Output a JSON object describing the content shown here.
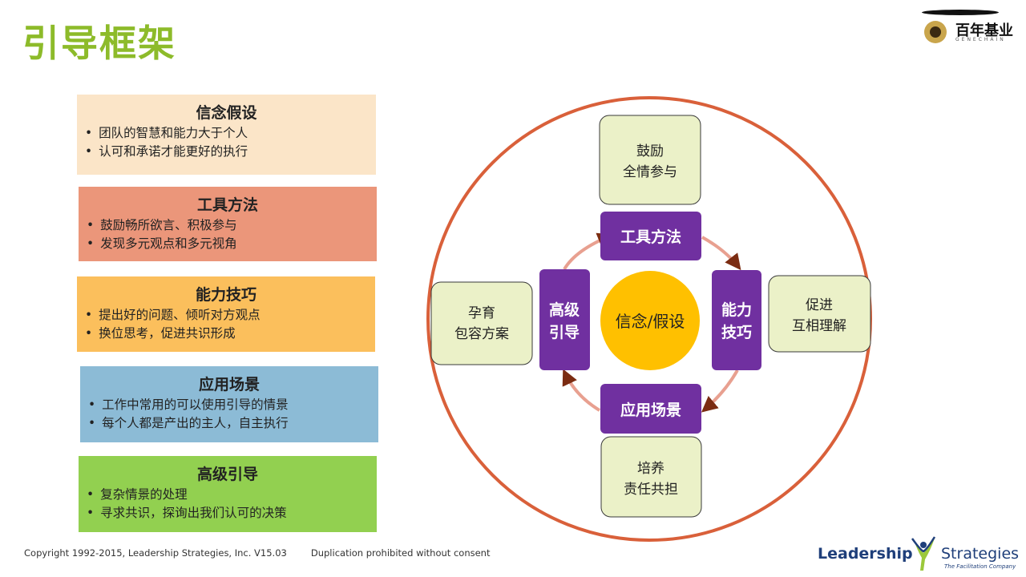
{
  "title": "引导框架",
  "logo": {
    "cn": "百年基业",
    "en": "GENECHAIN"
  },
  "cards": [
    {
      "title": "信念假设",
      "bullets": [
        "团队的智慧和能力大于个人",
        "认可和承诺才能更好的执行"
      ],
      "color": "#fbe5c8"
    },
    {
      "title": "工具方法",
      "bullets": [
        "鼓励畅所欲言、积极参与",
        "发现多元观点和多元视角"
      ],
      "color": "#eb967a"
    },
    {
      "title": "能力技巧",
      "bullets": [
        "提出好的问题、倾听对方观点",
        "换位思考，促进共识形成"
      ],
      "color": "#fbbf5c"
    },
    {
      "title": "应用场景",
      "bullets": [
        "工作中常用的可以使用引导的情景",
        "每个人都是产出的主人，自主执行"
      ],
      "color": "#8cbbd6"
    },
    {
      "title": "高级引导",
      "bullets": [
        "复杂情景的处理",
        "寻求共识，探询出我们认可的决策"
      ],
      "color": "#92d050"
    }
  ],
  "diagram": {
    "center": "信念/假设",
    "top": "工具方法",
    "right": [
      "能力",
      "技巧"
    ],
    "bottom": "应用场景",
    "left": [
      "高级",
      "引导"
    ],
    "outer_top": [
      "鼓励",
      "全情参与"
    ],
    "outer_right": [
      "促进",
      "互相理解"
    ],
    "outer_bottom": [
      "培养",
      "责任共担"
    ],
    "outer_left": [
      "孕育",
      "包容方案"
    ],
    "colors": {
      "purple": "#7030a0",
      "center": "#ffc000",
      "outer_box": "#ebf1c8",
      "ring": "#d9603a",
      "arrow": "#e8a090",
      "arrowhead": "#7b2c12"
    }
  },
  "footer": {
    "copyright": "Copyright 1992-2015, Leadership Strategies, Inc. V15.03",
    "notice": "Duplication prohibited without consent"
  },
  "brand": {
    "name_left": "Leadership",
    "name_right": "Strategies",
    "tagline": "The Facilitation Company"
  }
}
